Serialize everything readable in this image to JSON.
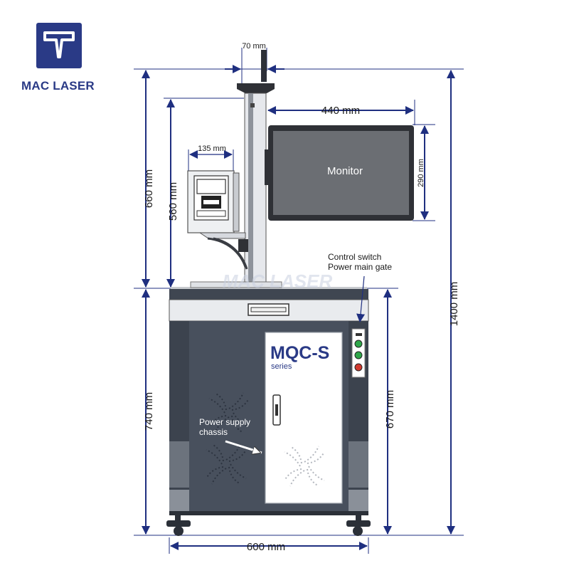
{
  "brand": {
    "name": "MAC LASER",
    "watermark": "MAC LASER",
    "color": "#2a3a86"
  },
  "colors": {
    "dimension_line": "#1f2f80",
    "cabinet_body": "#48505d",
    "cabinet_light": "#e9ebee",
    "monitor_bezel": "#2f3136",
    "monitor_screen": "#6b6e73",
    "led_green": "#2fa64a",
    "led_red": "#d23a2f"
  },
  "icons": [
    "mac-laser-logo-icon",
    "fan-swirl-icon",
    "door-handle-icon",
    "caster-wheel-icon"
  ],
  "dimensions": {
    "column_width": "70 mm",
    "monitor_width": "440 mm",
    "laser_head_width": "135 mm",
    "monitor_height": "290 mm",
    "upper_height_outer": "660 mm",
    "upper_height_inner": "560 mm",
    "total_height": "1400 mm",
    "cabinet_height": "740 mm",
    "door_height": "670 mm",
    "base_width": "600 mm"
  },
  "labels": {
    "monitor": "Monitor",
    "control_line1": "Control switch",
    "control_line2": "Power main gate",
    "model": "MQC-S",
    "series": "series",
    "power_line1": "Power supply",
    "power_line2": "chassis"
  }
}
